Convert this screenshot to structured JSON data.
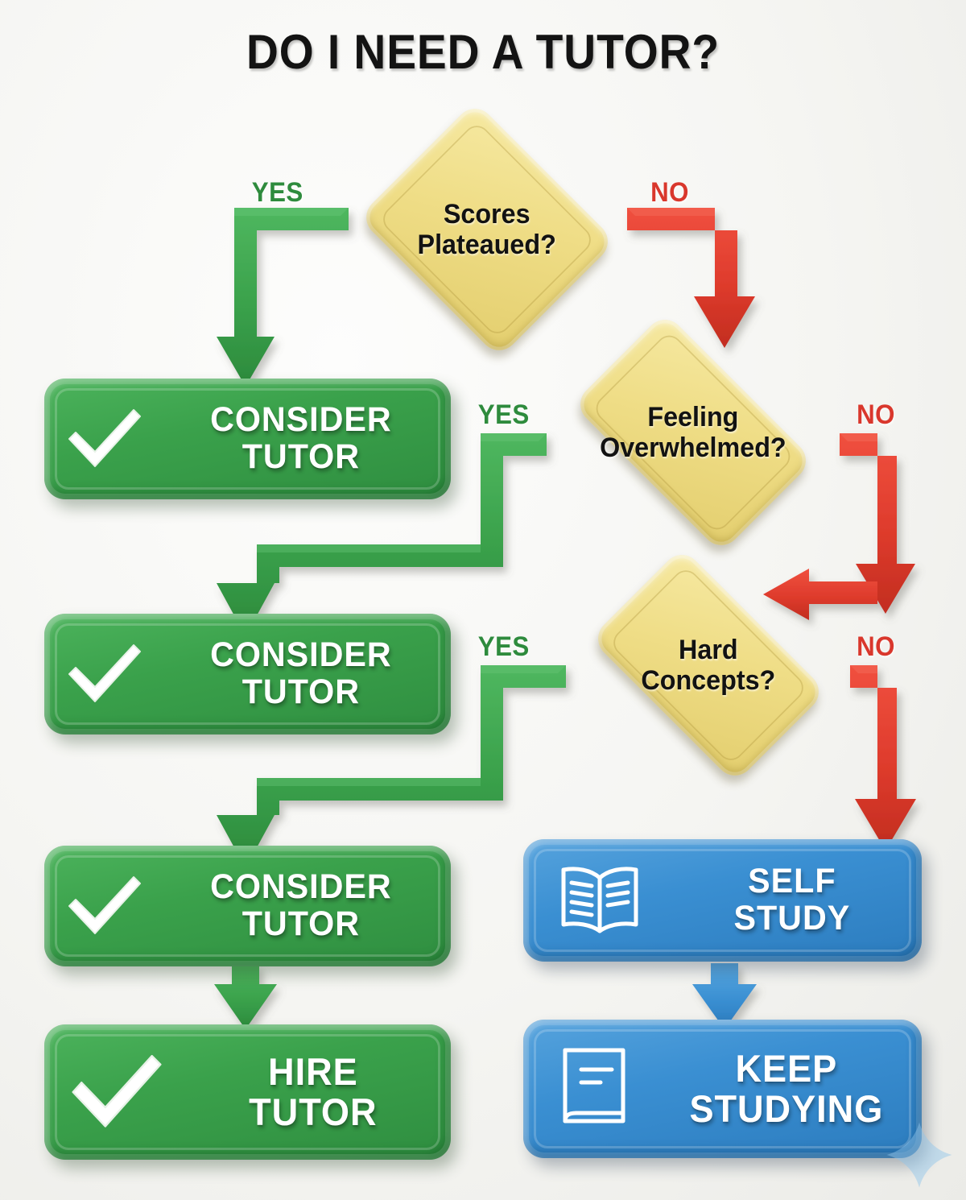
{
  "page": {
    "title": "DO I NEED A TUTOR?",
    "background_color": "#f5f5f2"
  },
  "colors": {
    "green": "#3aa14b",
    "blue": "#3a8fd2",
    "yellow": "#efdd86",
    "red": "#de3b2c",
    "yes_label": "#2e8b3d",
    "no_label": "#d9372c",
    "title_text": "#131313"
  },
  "decisions": [
    {
      "id": "scores-plateaued",
      "label": "Scores\nPlateaued?",
      "yes_label": "YES",
      "no_label": "NO",
      "yes_target": "consider-tutor-1",
      "no_target": "feeling-overwhelmed"
    },
    {
      "id": "feeling-overwhelmed",
      "label": "Feeling\nOverwhelmed?",
      "yes_label": "YES",
      "no_label": "NO",
      "yes_target": "consider-tutor-2",
      "no_target": "hard-concepts"
    },
    {
      "id": "hard-concepts",
      "label": "Hard\nConcepts?",
      "yes_label": "YES",
      "no_label": "NO",
      "yes_target": "consider-tutor-3",
      "no_target": "self-study"
    }
  ],
  "outcomes": [
    {
      "id": "consider-tutor-1",
      "label": "CONSIDER\nTUTOR",
      "color": "green",
      "icon": "check-icon"
    },
    {
      "id": "consider-tutor-2",
      "label": "CONSIDER\nTUTOR",
      "color": "green",
      "icon": "check-icon"
    },
    {
      "id": "consider-tutor-3",
      "label": "CONSIDER\nTUTOR",
      "color": "green",
      "icon": "check-icon"
    },
    {
      "id": "hire-tutor",
      "label": "HIRE\nTUTOR",
      "color": "green",
      "icon": "check-icon"
    },
    {
      "id": "self-study",
      "label": "SELF\nSTUDY",
      "color": "blue",
      "icon": "open-book-icon"
    },
    {
      "id": "keep-studying",
      "label": "KEEP\nSTUDYING",
      "color": "blue",
      "icon": "closed-book-icon"
    }
  ],
  "edge_labels": {
    "yes_1": "YES",
    "no_1": "NO",
    "yes_2": "YES",
    "no_2": "NO",
    "yes_3": "YES",
    "no_3": "NO"
  }
}
